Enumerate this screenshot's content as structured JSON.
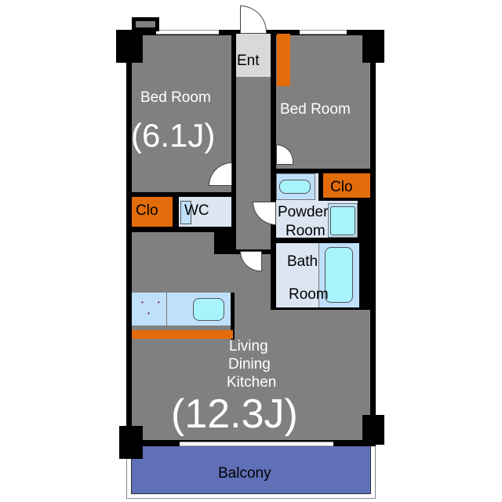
{
  "rooms": {
    "bedroom_left": {
      "label": "Bed Room",
      "size": "(6.1J)"
    },
    "bedroom_right": {
      "label": "Bed Room"
    },
    "entrance": {
      "label": "Ent"
    },
    "closet_left": {
      "label": "Clo"
    },
    "closet_right": {
      "label": "Clo"
    },
    "wc": {
      "label": "WC"
    },
    "powder_room": {
      "line1": "Powder",
      "line2": "Room"
    },
    "bath_room": {
      "line1": "Bath",
      "line2": "Room"
    },
    "ldk": {
      "line1": "Living",
      "line2": "Dining",
      "line3": "Kitchen",
      "size": "(12.3J)"
    },
    "balcony": {
      "label": "Balcony"
    }
  },
  "colors": {
    "floor": "#808080",
    "storage": "#e36c0a",
    "wet_area": "#bfe0fa",
    "balcony": "#6070b8"
  }
}
